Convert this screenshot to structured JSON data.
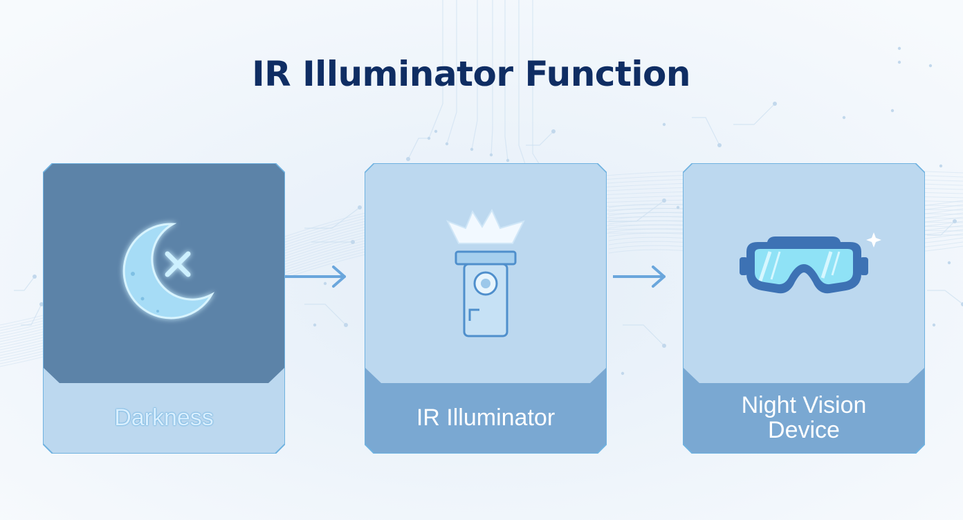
{
  "diagram": {
    "title": "IR Illuminator Function",
    "steps": [
      {
        "label": "Darkness",
        "icon": "crescent-moon-x-icon"
      },
      {
        "label": "IR Illuminator",
        "icon": "flashlight-icon"
      },
      {
        "label": "Night Vision\nDevice",
        "icon": "night-vision-goggles-icon"
      }
    ],
    "colors": {
      "title": "#0f2d63",
      "card_border": "#6fb2e0",
      "dark_panel": "#5c83a8",
      "light_panel": "#bcd8ef",
      "label_band_dark": "#7aa8d2",
      "arrow": "#6aa6dc",
      "glow": "#a8e4ff"
    }
  }
}
